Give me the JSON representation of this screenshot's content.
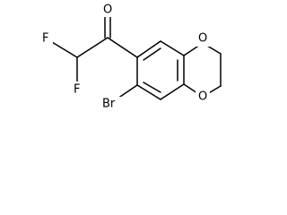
{
  "molecule": {
    "atoms": {
      "oxygen_carbonyl": "O",
      "fluorine_top": "F",
      "fluorine_bottom": "F",
      "oxygen_ring_top": "O",
      "oxygen_ring_bottom": "O",
      "bromine": "Br"
    }
  },
  "colors": {
    "bond": "#000000",
    "label": "#000000",
    "background": "#ffffff"
  }
}
